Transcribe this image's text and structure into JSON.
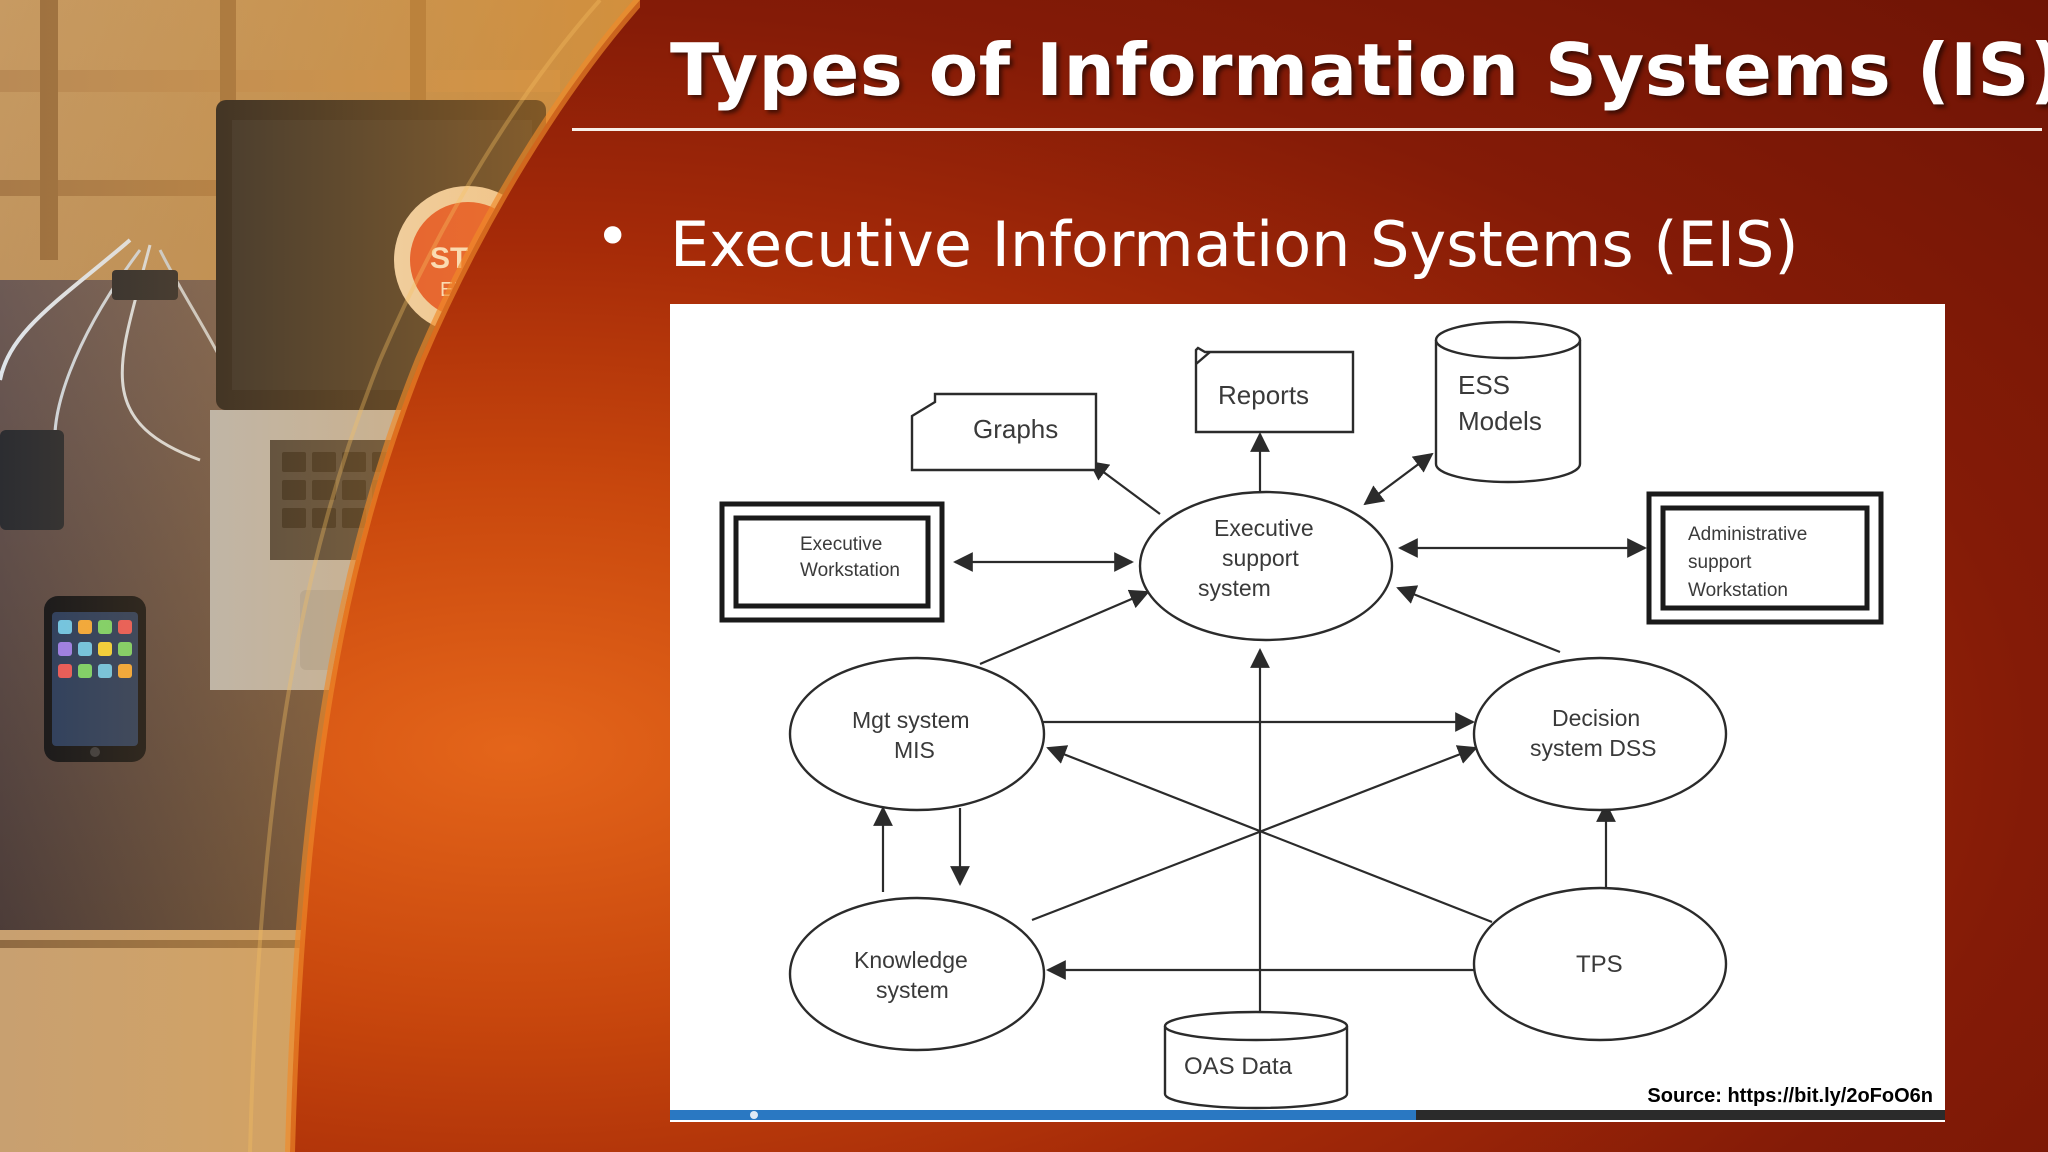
{
  "slide": {
    "title": "Types of Information Systems (IS)",
    "bullet": "•",
    "subtitle": "Executive Information Systems (EIS)",
    "source": "Source: https://bit.ly/2oFoO6n"
  },
  "video": {
    "progress": 0.585
  },
  "photo": {
    "badge_text_1": "STAR",
    "badge_text_2": "ENG"
  },
  "diagram": {
    "graphs": "Graphs",
    "reports": "Reports",
    "ess_1": "ESS",
    "ess_2": "Models",
    "exec_ws_1": "Executive",
    "exec_ws_2": "Workstation",
    "ess_sys_1": "Executive",
    "ess_sys_2": "support",
    "ess_sys_3": "system",
    "admin_ws_1": "Administrative",
    "admin_ws_2": "support",
    "admin_ws_3": "Workstation",
    "mis_1": "Mgt system",
    "mis_2": "MIS",
    "dss_1": "Decision",
    "dss_2": "system DSS",
    "ks_1": "Knowledge",
    "ks_2": "system",
    "tps": "TPS",
    "oas": "OAS Data"
  },
  "colors": {
    "background": "#a52a08",
    "accent": "#e4651a",
    "title": "#ffffff",
    "diagram_line": "#2b2b2b"
  }
}
